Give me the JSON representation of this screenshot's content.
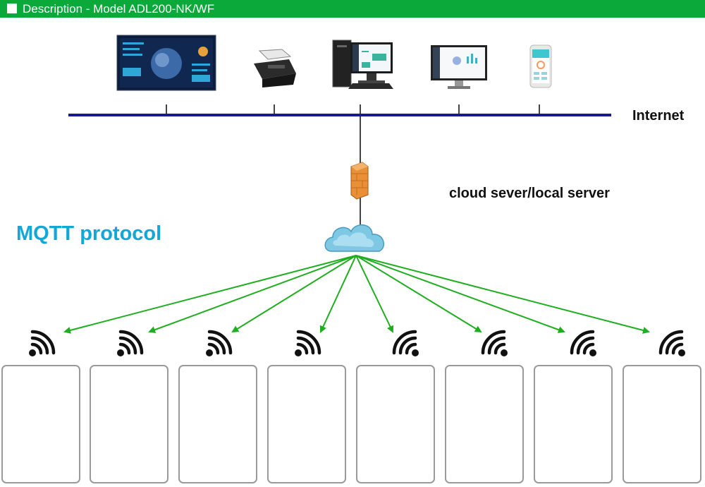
{
  "header": {
    "title": "Description - Model ADL200-NK/WF"
  },
  "labels": {
    "internet": "Internet",
    "cloud_server": "cloud sever/local server",
    "protocol": "MQTT protocol"
  },
  "colors": {
    "header_bg": "#0aa93a",
    "bus_line": "#1a1a8c",
    "arrows": "#1fae1f",
    "protocol_text": "#12a7d6"
  },
  "devices": [
    {
      "icon": "large-screen-dashboard-icon"
    },
    {
      "icon": "printer-icon"
    },
    {
      "icon": "desktop-computer-icon"
    },
    {
      "icon": "monitor-icon"
    },
    {
      "icon": "smartphone-icon"
    }
  ],
  "meters": [
    {
      "icon": "energy-meter-icon",
      "signal": "wifi-signal-right-icon"
    },
    {
      "icon": "energy-meter-icon",
      "signal": "wifi-signal-right-icon"
    },
    {
      "icon": "energy-meter-icon",
      "signal": "wifi-signal-right-icon"
    },
    {
      "icon": "energy-meter-icon",
      "signal": "wifi-signal-right-icon"
    },
    {
      "icon": "energy-meter-icon",
      "signal": "wifi-signal-left-icon"
    },
    {
      "icon": "energy-meter-icon",
      "signal": "wifi-signal-left-icon"
    },
    {
      "icon": "energy-meter-icon",
      "signal": "wifi-signal-left-icon"
    },
    {
      "icon": "energy-meter-icon",
      "signal": "wifi-signal-left-icon"
    }
  ]
}
